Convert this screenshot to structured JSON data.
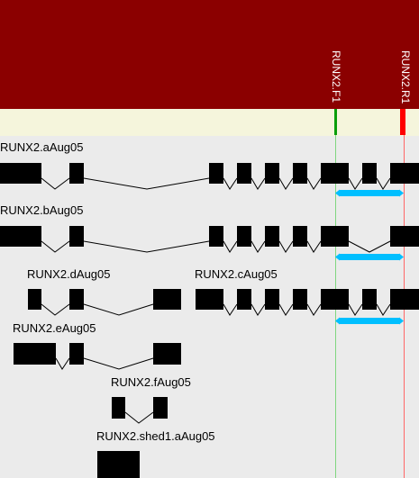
{
  "primers": [
    {
      "label": "RUNX2.F1",
      "color": "#0a9e0a",
      "line_color": "#7fd67f"
    },
    {
      "label": "RUNX2.R1",
      "color": "#ff0000",
      "line_color": "#ff6666"
    }
  ],
  "transcripts": [
    {
      "label": "RUNX2.aAug05",
      "has_product": true
    },
    {
      "label": "RUNX2.bAug05",
      "has_product": true
    },
    {
      "label": "RUNX2.dAug05",
      "has_product": false
    },
    {
      "label": "RUNX2.cAug05",
      "has_product": true
    },
    {
      "label": "RUNX2.eAug05",
      "has_product": false
    },
    {
      "label": "RUNX2.fAug05",
      "has_product": false
    },
    {
      "label": "RUNX2.shed1.aAug05",
      "has_product": false
    }
  ],
  "colors": {
    "header": "#8b0000",
    "ruler": "#f5f5dc",
    "background": "#ebebeb",
    "exon": "#000000",
    "intron": "#000000",
    "product": "#00bfff"
  }
}
